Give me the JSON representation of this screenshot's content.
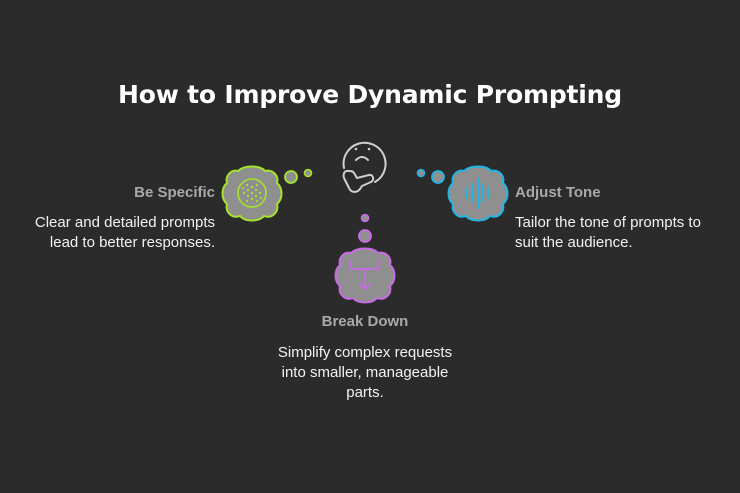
{
  "title": "How to Improve Dynamic Prompting",
  "colors": {
    "background": "#2b2b2b",
    "title": "#ffffff",
    "heading": "#a9a9a9",
    "body": "#f2f2f2",
    "cloud_fill": "#8f8f8f",
    "center_icon": "#cfcfcf",
    "be_specific_accent": "#a6e22e",
    "adjust_tone_accent": "#1fb6e6",
    "break_down_accent": "#c86be6"
  },
  "center": {
    "icon": "thinking-face-icon"
  },
  "nodes": [
    {
      "id": "be-specific",
      "heading": "Be Specific",
      "description_lines": [
        "Clear and detailed prompts",
        "lead to better responses."
      ],
      "icon": "dotted-circle-icon",
      "accent": "#a6e22e",
      "position": "left"
    },
    {
      "id": "adjust-tone",
      "heading": "Adjust Tone",
      "description_lines": [
        "Tailor the tone of prompts to",
        "suit the audience."
      ],
      "icon": "sound-wave-icon",
      "accent": "#1fb6e6",
      "position": "right"
    },
    {
      "id": "break-down",
      "heading": "Break Down",
      "description_lines": [
        "Simplify complex requests",
        "into smaller, manageable",
        "parts."
      ],
      "icon": "split-arrow-icon",
      "accent": "#c86be6",
      "position": "bottom"
    }
  ]
}
